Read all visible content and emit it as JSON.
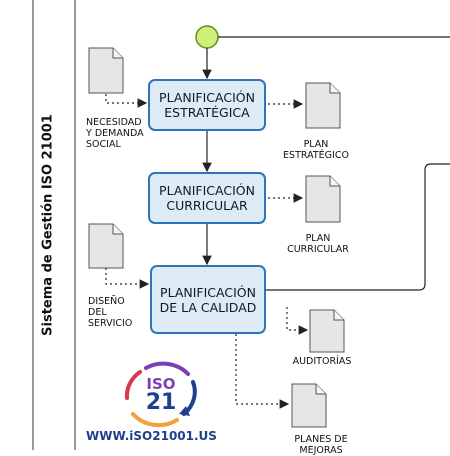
{
  "side_title": "Sistema de Gestión ISO 21001",
  "process_boxes": [
    {
      "text": "PLANIFICACIÓN ESTRATÉGICA"
    },
    {
      "text": "PLANIFICACIÓN CURRICULAR"
    },
    {
      "text": "PLANIFICACIÓN DE LA CALIDAD"
    }
  ],
  "inputs": [
    {
      "text": "NECESIDAD Y DEMANDA SOCIAL"
    },
    {
      "text": "DISEÑO DEL SERVICIO"
    }
  ],
  "outputs": [
    {
      "text": "PLAN ESTRATÉGICO"
    },
    {
      "text": "PLAN CURRICULAR"
    },
    {
      "text": "AUDITORÍAS"
    },
    {
      "text": "PLANES DE MEJORAS"
    }
  ],
  "logo": {
    "word": "ISO",
    "number": "21",
    "url": "WWW.iSO21001.US"
  },
  "colors": {
    "box_fill": "#deebf7",
    "box_border": "#2b75b8",
    "start_node": "#ccf07a",
    "logo_blue": "#1f3f8f",
    "logo_red": "#d63a4a",
    "logo_orange": "#f2a23a",
    "logo_purple": "#7a3fb0"
  }
}
